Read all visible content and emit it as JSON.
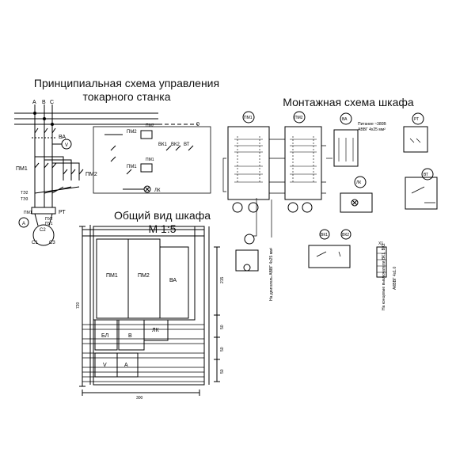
{
  "titles": {
    "schematic_line1": "Принципиальная схема управления",
    "schematic_line2": "токарного станка",
    "mounting": "Монтажная схема шкафа",
    "cabinet_line1": "Общий вид шкафа",
    "cabinet_line2": "М 1:5"
  },
  "schematic": {
    "phases": [
      "A",
      "B",
      "C"
    ],
    "ground": "0",
    "fuses": "ВА",
    "contactor1": "ПМ1",
    "contactor2": "ПМ2",
    "relay": "РТ",
    "lamp": "ЛК",
    "voltmeter": "V",
    "ammeter": "А",
    "motor": [
      "С1",
      "С2",
      "С3"
    ],
    "switches": [
      "ВК1",
      "ВК2",
      "ВТ"
    ],
    "coil_pm1": "ПМ1",
    "coil_pm2": "ПМ2",
    "misc_labels": [
      "ПМ2",
      "ПМ1",
      "ТЭ2",
      "ТЭ3",
      "ПУ1",
      "ПУ2",
      "ПМ1"
    ]
  },
  "cabinet": {
    "blocks": [
      "ПМ1",
      "ПМ2",
      "ВА",
      "БЛ",
      "В",
      "ЛК",
      "V",
      "А"
    ],
    "dim_width": "300",
    "dim_height": "720",
    "dim_right": [
      "215",
      "50",
      "50",
      "50"
    ]
  },
  "mounting": {
    "units": [
      "ПМ1",
      "ПМ2",
      "ВА",
      "РТ",
      "ВК1",
      "ВК2",
      "ВТ",
      "ЛК",
      "Х1"
    ],
    "supply_note": "Питание ~380В",
    "supply_cable": "АВВГ 4х25 мм²",
    "motor_cable": "На двигатель АВВГ 4х25 мм²",
    "switch_cable": "На концевые выключатели ВК1, ВК2",
    "switch_cable_spec": "АКВВГ 4х1.0"
  },
  "colors": {
    "ink": "#000000",
    "background": "#ffffff"
  }
}
